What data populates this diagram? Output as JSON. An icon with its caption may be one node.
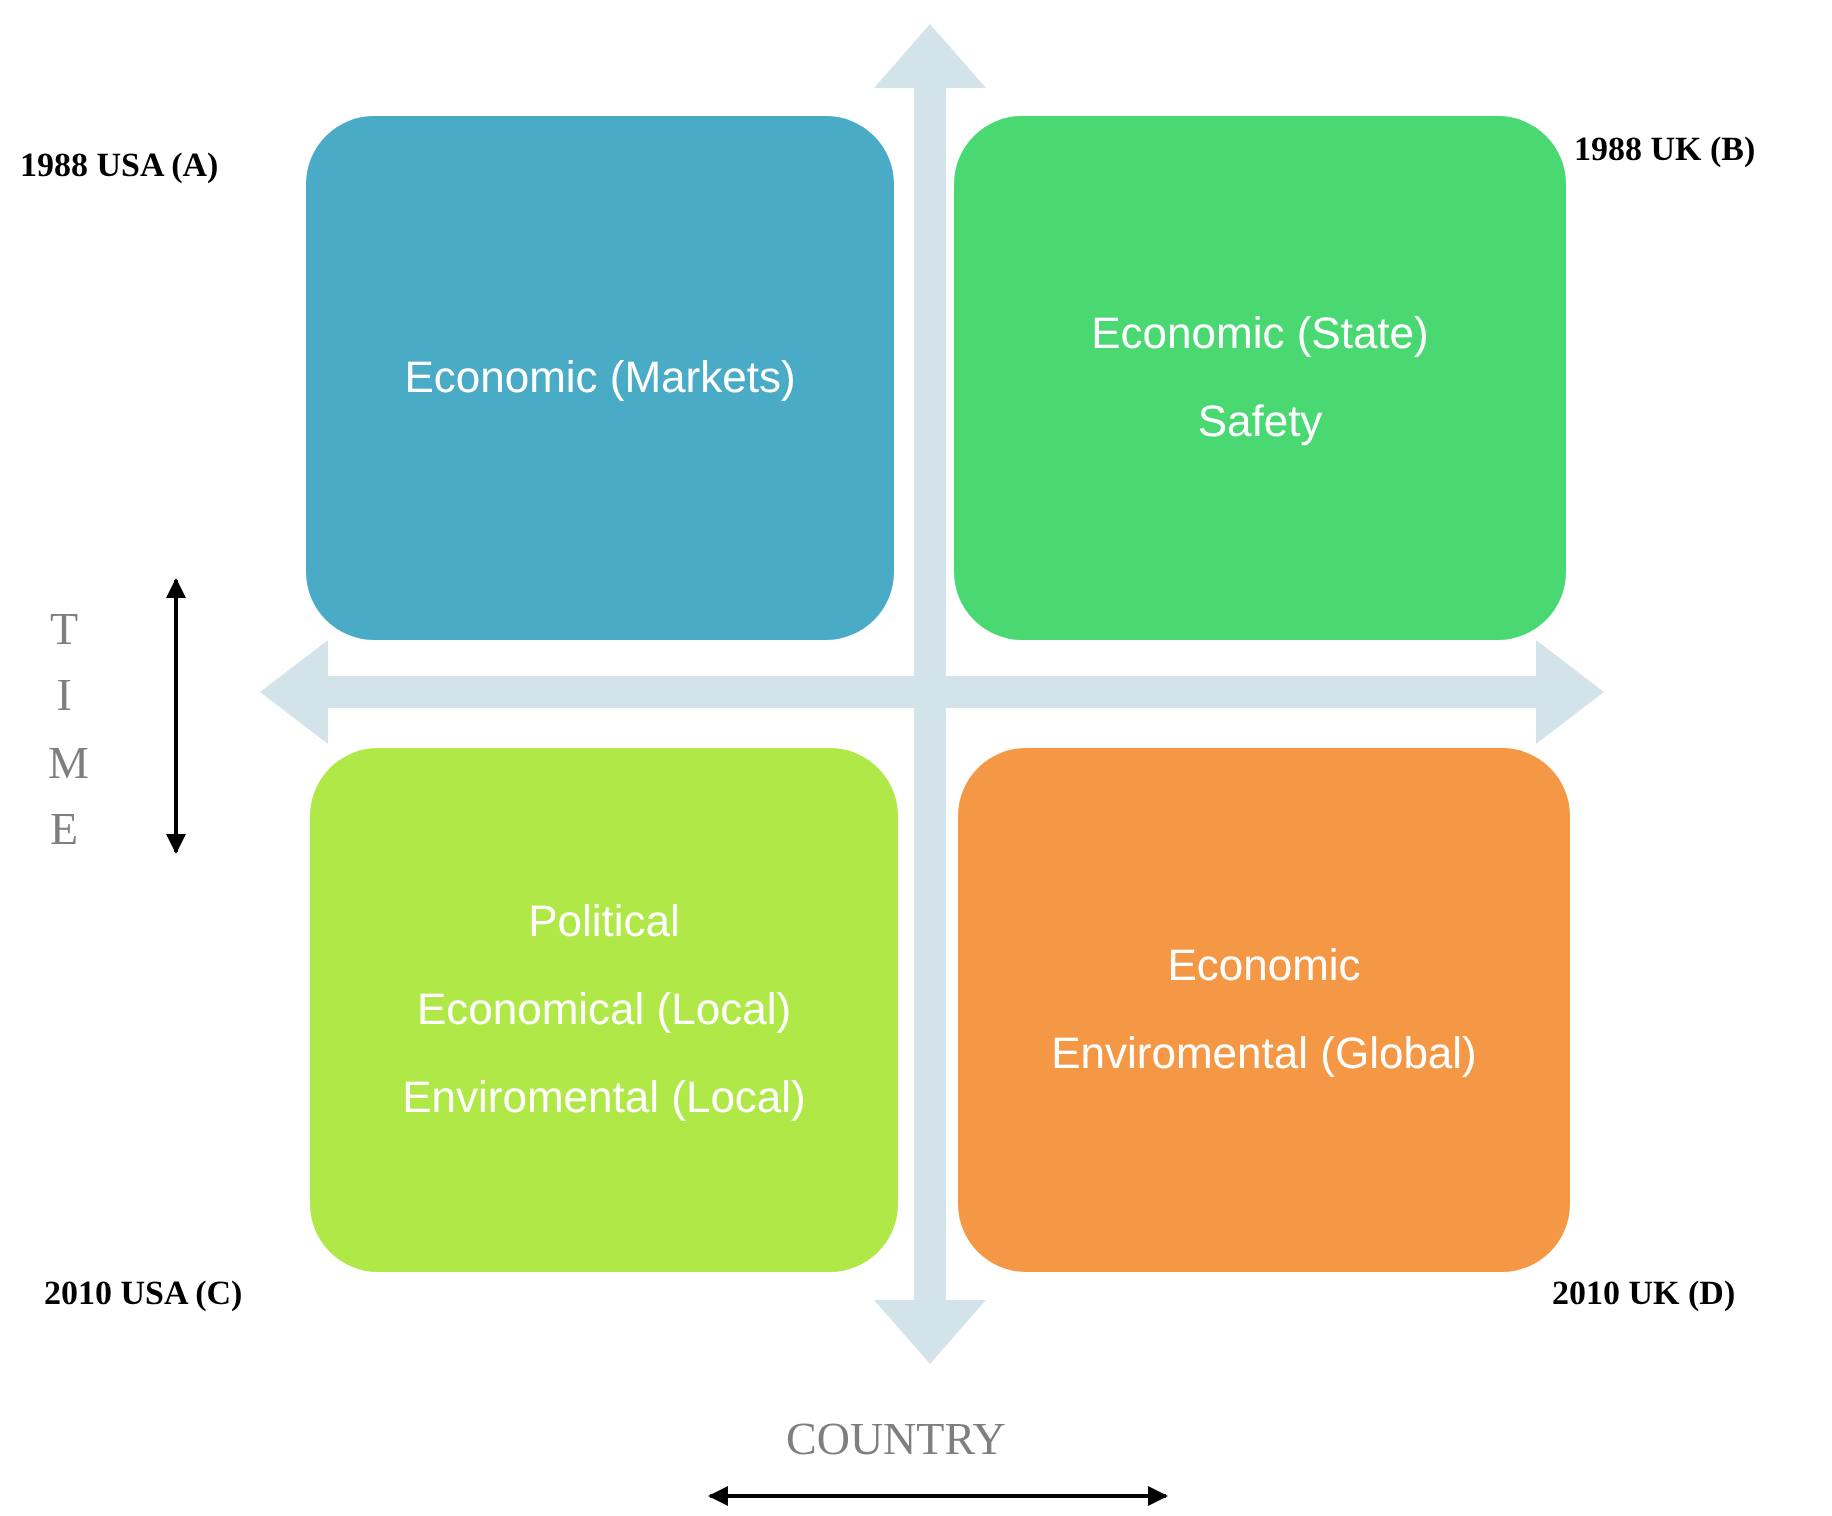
{
  "diagram": {
    "nodes": [
      {
        "text": [
          "Economic (Markets)"
        ]
      },
      {
        "text": [
          "Economic (State)",
          "Safety"
        ]
      },
      {
        "text": [
          "Political",
          "Economical (Local)",
          "Enviromental (Local)"
        ]
      },
      {
        "text": [
          "Economic",
          "Enviromental (Global)"
        ]
      }
    ],
    "labels": [
      "1988 USA (A)",
      "1988 UK (B)",
      "TIME",
      "2010 USA (C)",
      "2010 UK (D)",
      "COUNTRY"
    ]
  }
}
